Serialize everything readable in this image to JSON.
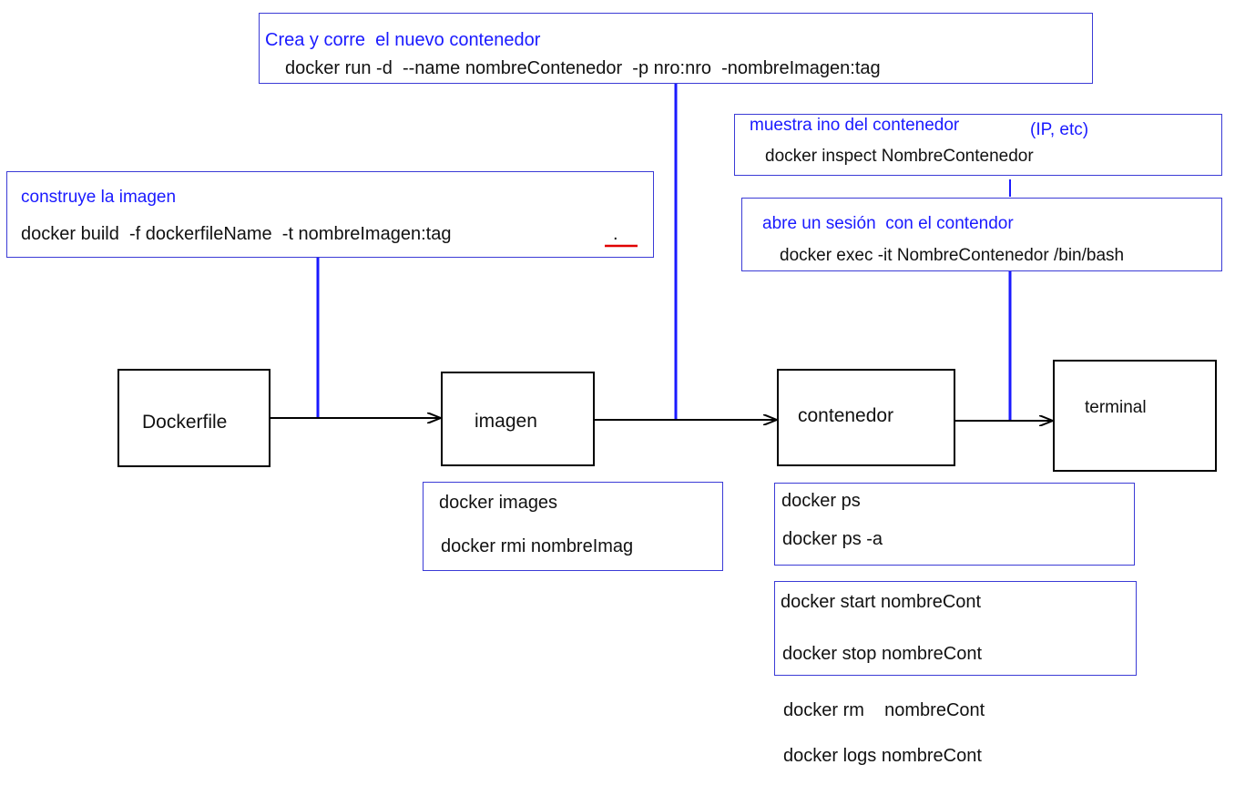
{
  "colors": {
    "annotation_border": "#3b3bd6",
    "annotation_text": "#1a1aff",
    "connector": "#1a1aff",
    "flow_arrow": "#000000",
    "highlight_underline": "#e00000"
  },
  "nodes": {
    "dockerfile": "Dockerfile",
    "imagen": "imagen",
    "contenedor": "contenedor",
    "terminal": "terminal"
  },
  "annotations": {
    "run": {
      "caption": "Crea y corre  el nuevo contenedor",
      "command": "docker run -d  --name nombreContenedor  -p nro:nro  -nombreImagen:tag"
    },
    "build": {
      "caption": "construye la imagen",
      "command": "docker build  -f dockerfileName  -t nombreImagen:tag",
      "dot": "."
    },
    "inspect": {
      "caption": "muestra ino del contenedor",
      "caption_extra": "(IP, etc)",
      "command": "docker inspect NombreContenedor"
    },
    "exec": {
      "caption": "abre un sesión  con el contendor",
      "command": "docker exec -it NombreContenedor /bin/bash"
    }
  },
  "image_commands": [
    "docker images",
    "docker rmi nombreImag"
  ],
  "container_list_commands": [
    "docker ps",
    "docker ps -a"
  ],
  "container_lifecycle_commands": [
    "docker start nombreCont",
    "docker stop nombreCont"
  ],
  "container_other_commands": [
    "docker rm    nombreCont",
    "docker logs nombreCont"
  ]
}
